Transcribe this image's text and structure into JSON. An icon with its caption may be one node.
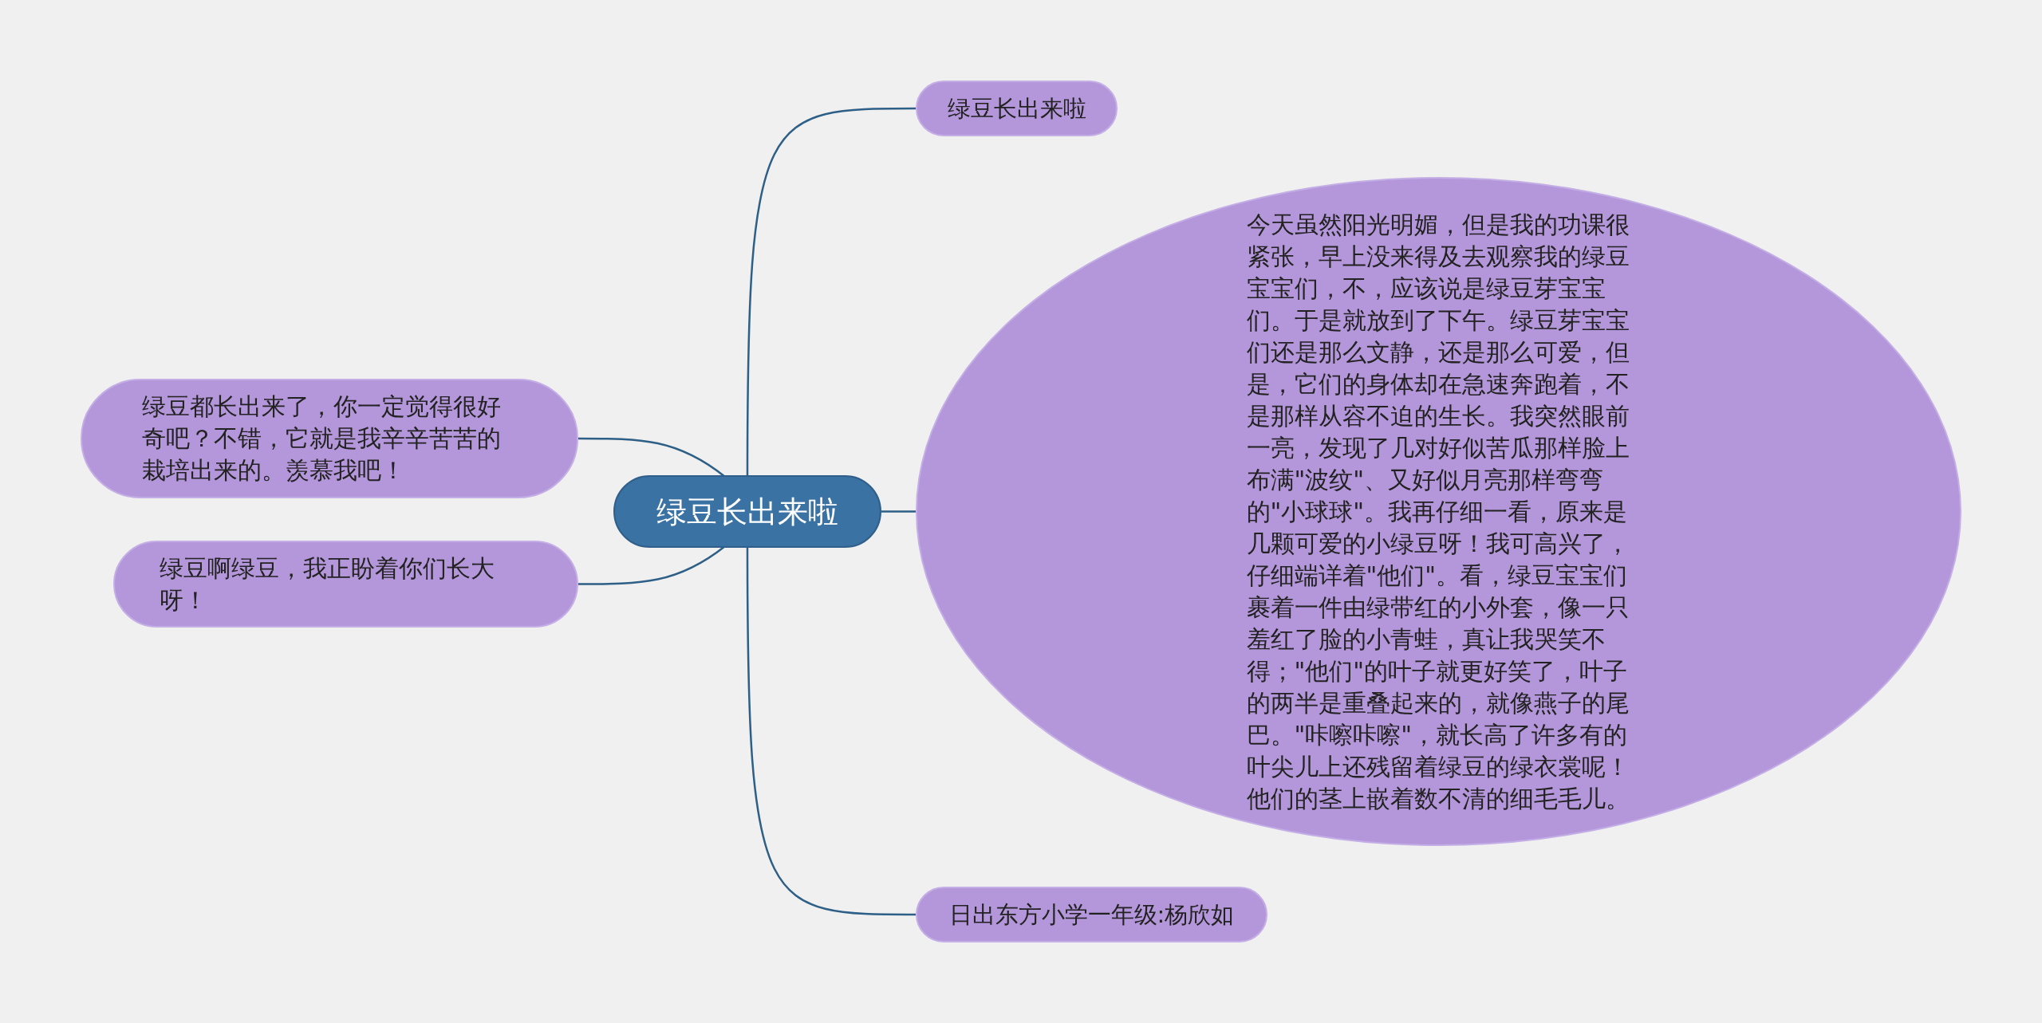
{
  "diagram": {
    "nodes": [
      {
        "text": [
          "绿豆长出来啦"
        ]
      },
      {
        "text": [
          "绿豆长出来啦"
        ]
      },
      {
        "text": [
          "今天虽然阳光明媚，但是我的功课很紧张，早上没来得及去观察我的绿豆宝宝们，不，应该说是绿豆芽宝宝们。于是就放到了下午。绿豆芽宝宝们还是那么文静，还是那么可爱，但是，它们的身体却在急速奔跑着，不是那样从容不迫的生长。我突然眼前一亮，发现了几对好似苦瓜那样脸上布满\"波纹\"、又好似月亮那样弯弯的\"小球球\"。我再仔细一看，原来是几颗可爱的小绿豆呀！我可高兴了，仔细端详着\"他们\"。看，绿豆宝宝们裹着一件由绿带红的小外套，像一只羞红了脸的小青蛙，真让我哭笑不得；\"他们\"的叶子就更好笑了，叶子的两半是重叠起来的，就像燕子的尾巴。\"咔嚓咔嚓\"，就长高了许多有的叶尖儿上还残留着绿豆的绿衣裳呢！他们的茎上嵌着数不清的细毛毛儿。"
        ]
      },
      {
        "text": [
          "日出东方小学一年级:杨欣如"
        ]
      },
      {
        "text": [
          "绿豆都长出来了，你一定觉得很好奇吧？不错，它就是我辛辛苦苦的栽培出来的。羡慕我吧！"
        ]
      },
      {
        "text": [
          "绿豆啊绿豆，我正盼着你们长大呀！"
        ]
      }
    ],
    "edges": [
      {
        "from": 0,
        "to": 1,
        "arrow": "none"
      },
      {
        "from": 0,
        "to": 2,
        "arrow": "none"
      },
      {
        "from": 0,
        "to": 3,
        "arrow": "none"
      },
      {
        "from": 0,
        "to": 4,
        "arrow": "none"
      },
      {
        "from": 0,
        "to": 5,
        "arrow": "none"
      }
    ]
  }
}
